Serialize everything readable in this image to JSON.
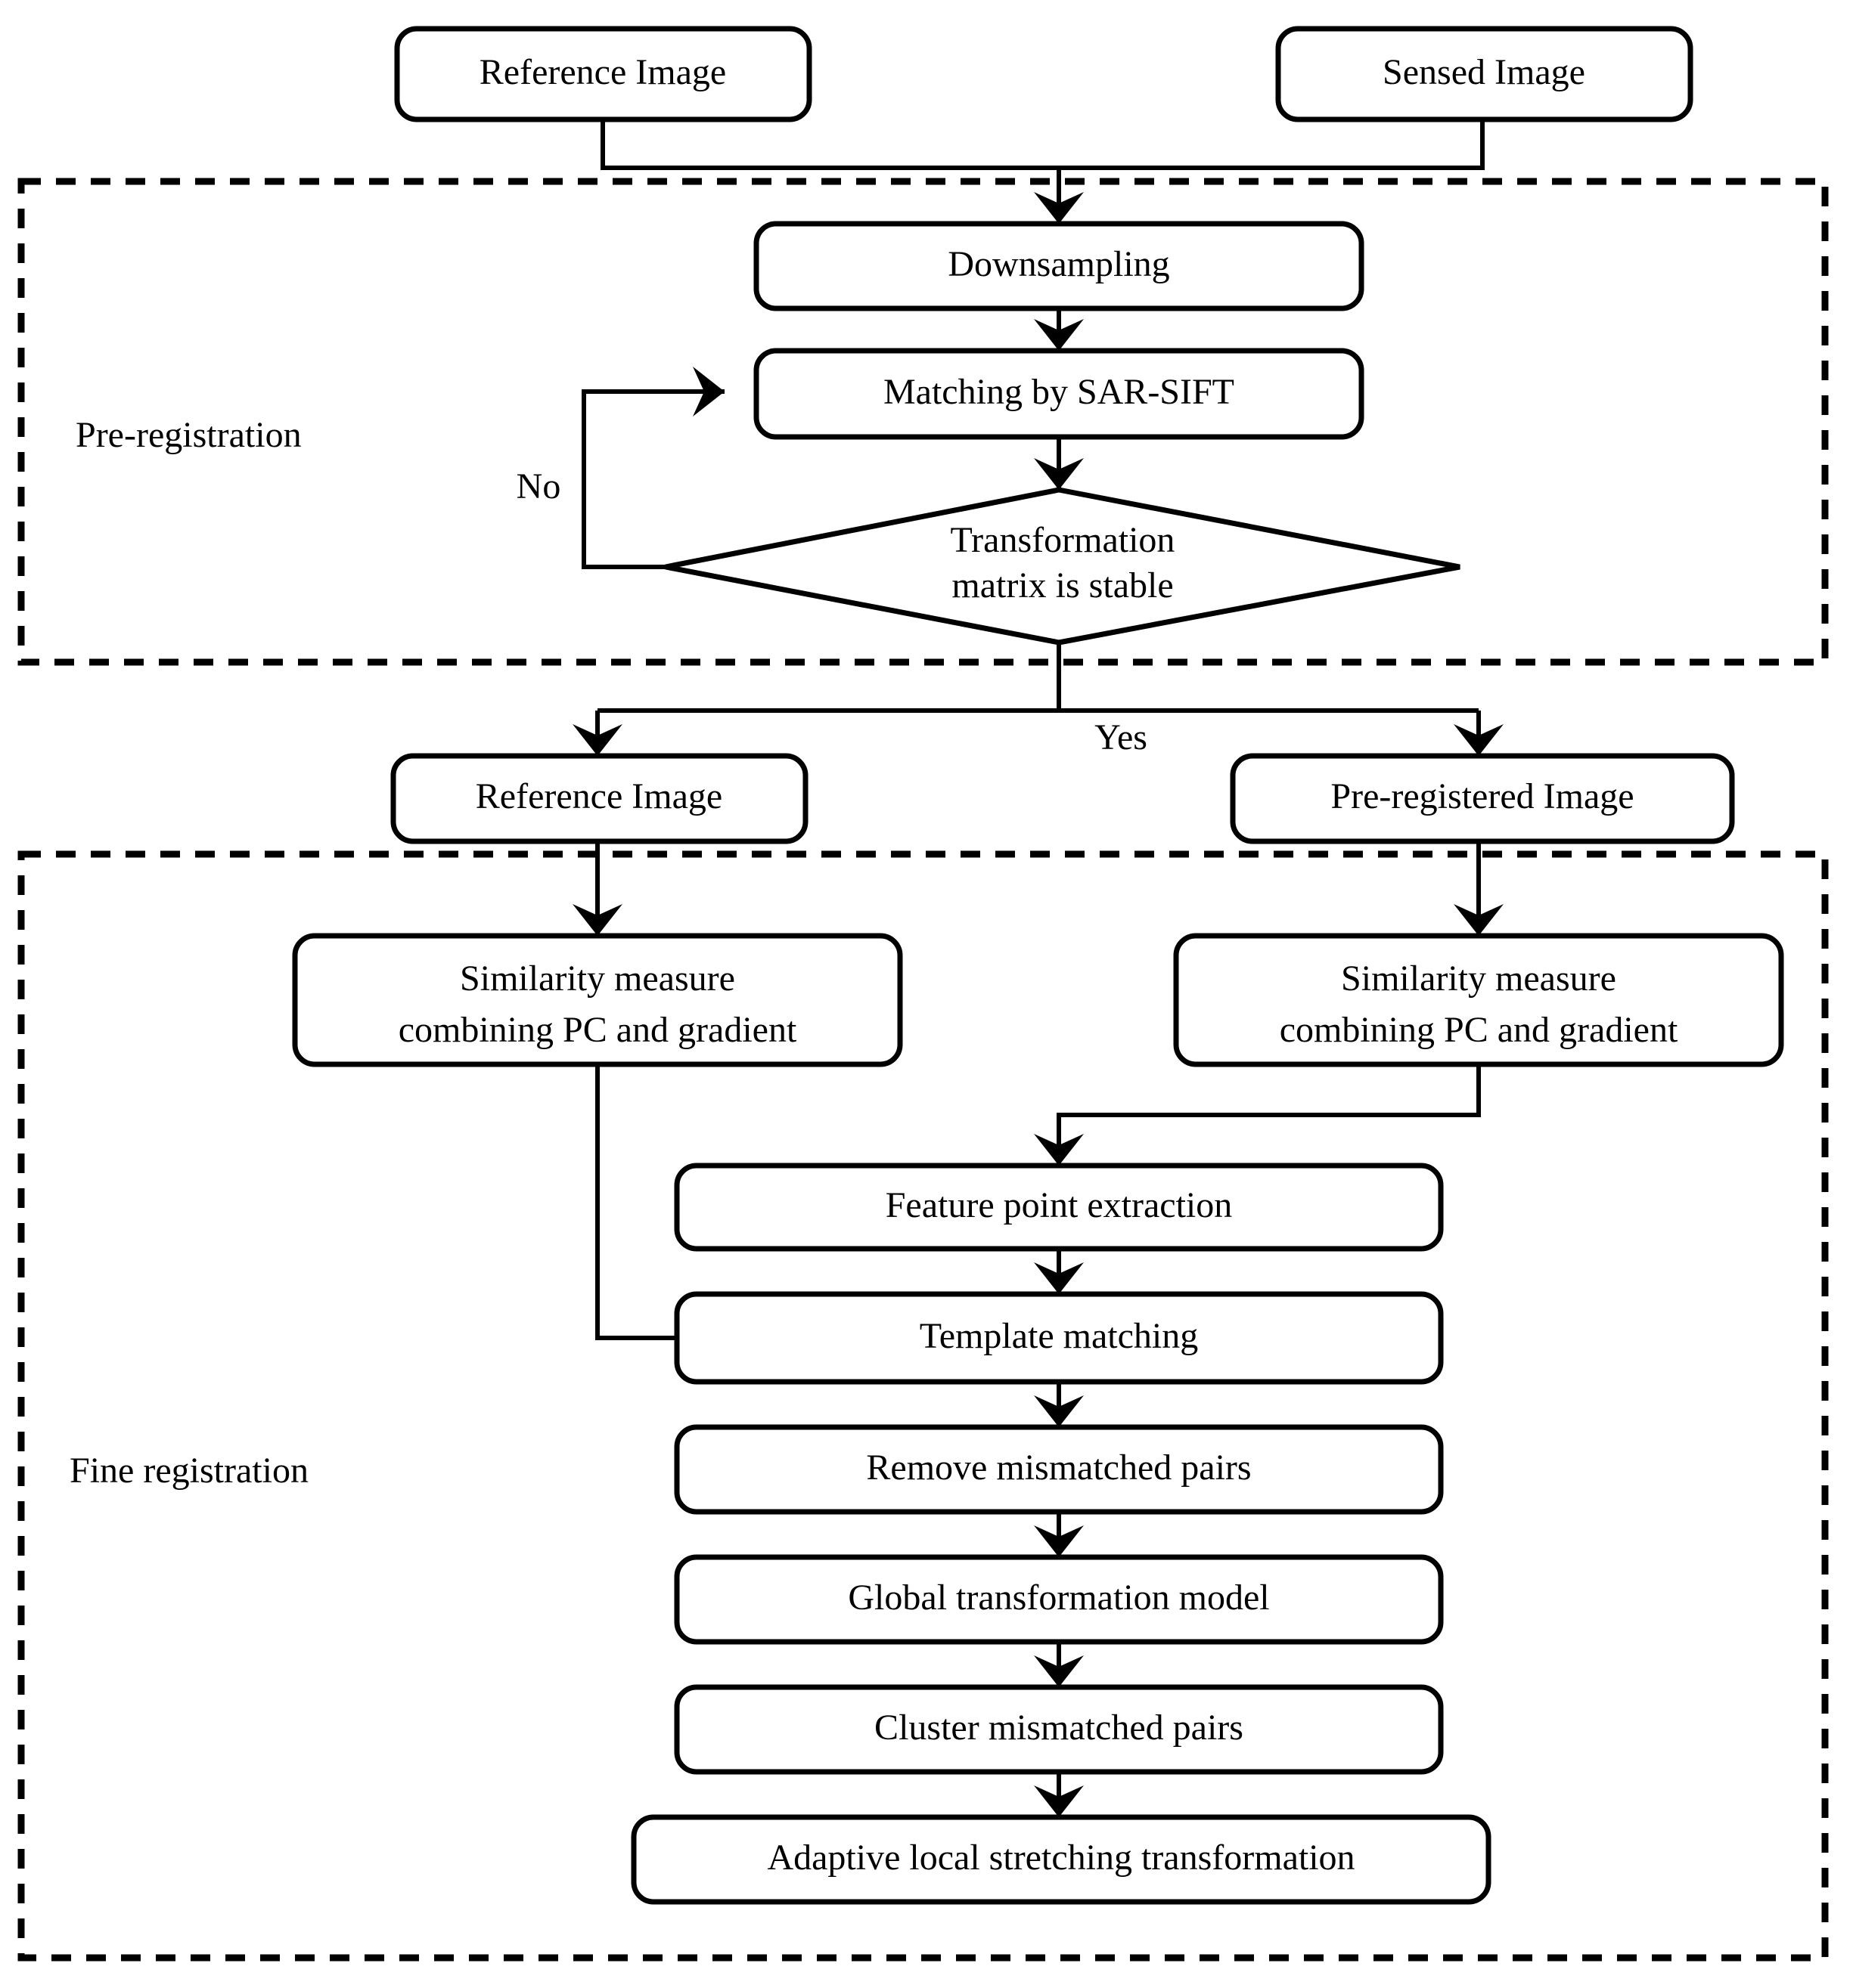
{
  "diagram": {
    "title_present": false,
    "sections": [
      {
        "id": "pre-registration",
        "label": "Pre-registration"
      },
      {
        "id": "fine-registration",
        "label": "Fine registration"
      }
    ],
    "nodes": [
      {
        "id": "reference-image-top",
        "label": "Reference Image",
        "shape": "rounded-rect"
      },
      {
        "id": "sensed-image",
        "label": "Sensed Image",
        "shape": "rounded-rect"
      },
      {
        "id": "downsampling",
        "label": "Downsampling",
        "shape": "rounded-rect"
      },
      {
        "id": "matching-sar-sift",
        "label": "Matching by SAR-SIFT",
        "shape": "rounded-rect"
      },
      {
        "id": "transformation-stable",
        "label_line1": "Transformation",
        "label_line2": "matrix is stable",
        "shape": "diamond"
      },
      {
        "id": "reference-image-fine",
        "label": "Reference Image",
        "shape": "rounded-rect"
      },
      {
        "id": "pre-registered-image",
        "label": "Pre-registered Image",
        "shape": "rounded-rect"
      },
      {
        "id": "similarity-left",
        "label_line1": "Similarity measure",
        "label_line2": "combining PC and gradient",
        "shape": "rounded-rect"
      },
      {
        "id": "similarity-right",
        "label_line1": "Similarity measure",
        "label_line2": "combining PC and gradient",
        "shape": "rounded-rect"
      },
      {
        "id": "feature-point-extraction",
        "label": "Feature point extraction",
        "shape": "rounded-rect"
      },
      {
        "id": "template-matching",
        "label": "Template matching",
        "shape": "rounded-rect"
      },
      {
        "id": "remove-mismatched-pairs",
        "label": "Remove mismatched pairs",
        "shape": "rounded-rect"
      },
      {
        "id": "global-transformation-model",
        "label": "Global transformation model",
        "shape": "rounded-rect"
      },
      {
        "id": "cluster-mismatched-pairs",
        "label": "Cluster mismatched pairs",
        "shape": "rounded-rect"
      },
      {
        "id": "adaptive-local-stretching",
        "label": "Adaptive local stretching transformation",
        "shape": "rounded-rect"
      }
    ],
    "edge_labels": [
      {
        "id": "no-label",
        "text": "No"
      },
      {
        "id": "yes-label",
        "text": "Yes"
      }
    ],
    "colors": {
      "stroke": "#000000",
      "fill": "#ffffff",
      "text": "#000000"
    }
  }
}
